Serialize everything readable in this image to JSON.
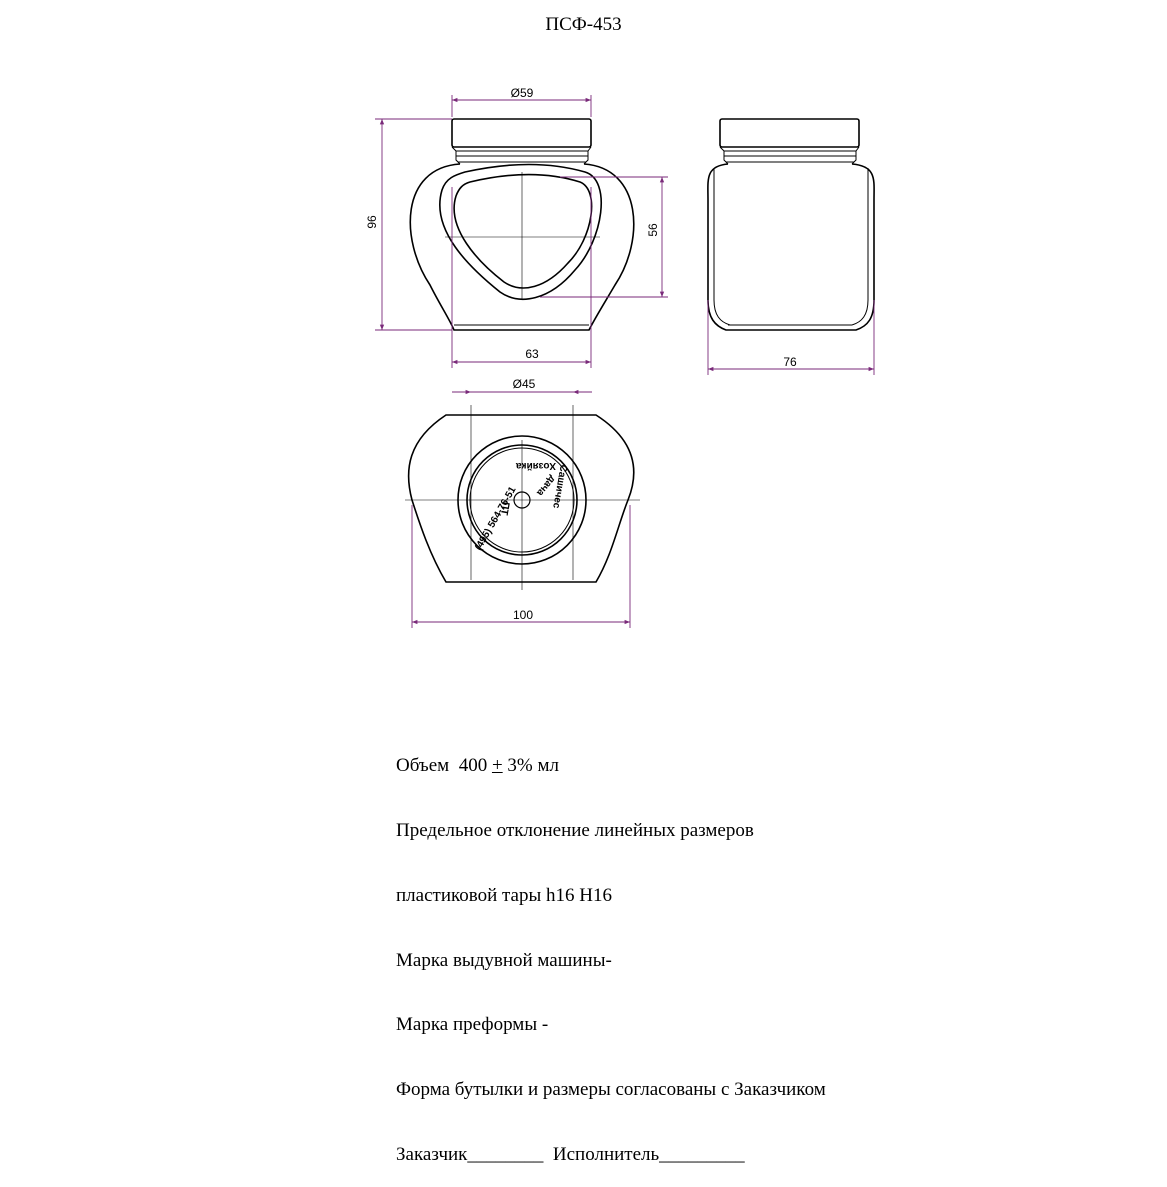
{
  "drawing": {
    "title": "ПСФ-453",
    "dimensions": {
      "top_diameter": "Ø59",
      "height": "96",
      "window_height": "56",
      "front_width": "63",
      "side_width": "76",
      "neck_diameter": "Ø45",
      "bottom_width": "100"
    },
    "emboss": {
      "line1": "Хозяйка",
      "line2": "дача",
      "line3": "Сашичес",
      "line4": "ПТ",
      "line5": "(495) 564-76-51"
    }
  },
  "notes": {
    "volume_label": "Объем  400 ",
    "volume_pm": "+",
    "volume_tail": " 3% мл",
    "line2": "Предельное отклонение линейных размеров",
    "line3": "пластиковой тары h16 H16",
    "line4": "Марка выдувной машины-",
    "line5": "Марка преформы -",
    "line6": "Форма бутылки и размеры согласованы с Заказчиком",
    "line7": "Заказчик________  Исполнитель_________"
  }
}
